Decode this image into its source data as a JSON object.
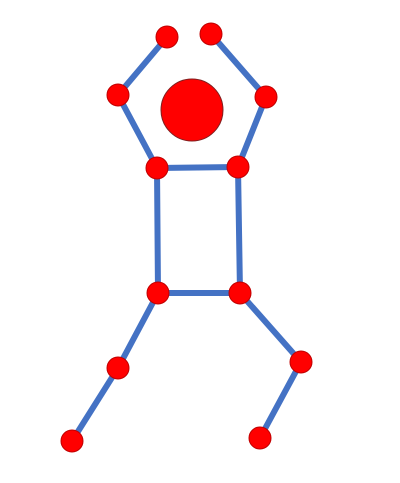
{
  "figure": {
    "type": "stick-figure-pose-skeleton",
    "colors": {
      "background": "#ffffff",
      "bone": "#4472c4",
      "joint_fill": "#ff0000",
      "joint_stroke": "#c00000",
      "head_fill": "#ff0000",
      "head_stroke": "#7f1f1f"
    },
    "joints": [
      "left-hand",
      "right-hand",
      "left-elbow",
      "right-elbow",
      "left-shoulder",
      "right-shoulder",
      "left-hip",
      "right-hip",
      "left-knee",
      "right-knee",
      "left-foot",
      "right-foot"
    ],
    "bones": [
      [
        "left-hand",
        "left-elbow"
      ],
      [
        "left-elbow",
        "left-shoulder"
      ],
      [
        "right-hand",
        "right-elbow"
      ],
      [
        "right-elbow",
        "right-shoulder"
      ],
      [
        "left-shoulder",
        "right-shoulder"
      ],
      [
        "left-shoulder",
        "left-hip"
      ],
      [
        "right-shoulder",
        "right-hip"
      ],
      [
        "left-hip",
        "right-hip"
      ],
      [
        "left-hip",
        "left-knee"
      ],
      [
        "left-knee",
        "left-foot"
      ],
      [
        "right-hip",
        "right-knee"
      ],
      [
        "right-knee",
        "right-foot"
      ]
    ],
    "head": "head-circle"
  }
}
